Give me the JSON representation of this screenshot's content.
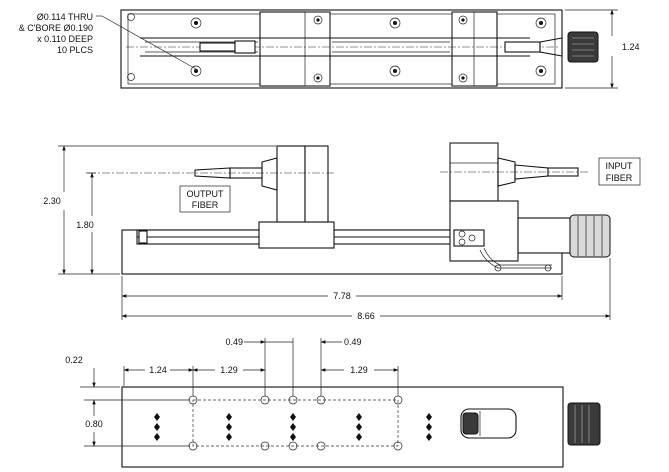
{
  "callout": {
    "line1": "Ø0.114 THRU",
    "line2": "& C'BORE Ø0.190",
    "line3": "x 0.110 DEEP",
    "line4": "10 PLCS"
  },
  "labels": {
    "output_line1": "OUTPUT",
    "output_line2": "FIBER",
    "input_line1": "INPUT",
    "input_line2": "FIBER"
  },
  "dimensions": {
    "top_height": "1.24",
    "overall_height": "2.30",
    "fiber_height": "1.80",
    "rail_length": "7.78",
    "overall_length": "8.66",
    "hole_offset": "0.22",
    "first_spacing": "1.24",
    "spacing_a": "1.29",
    "spacing_b": "1.29",
    "small_left": "0.49",
    "small_right": "0.49",
    "row_spacing": "0.80"
  }
}
